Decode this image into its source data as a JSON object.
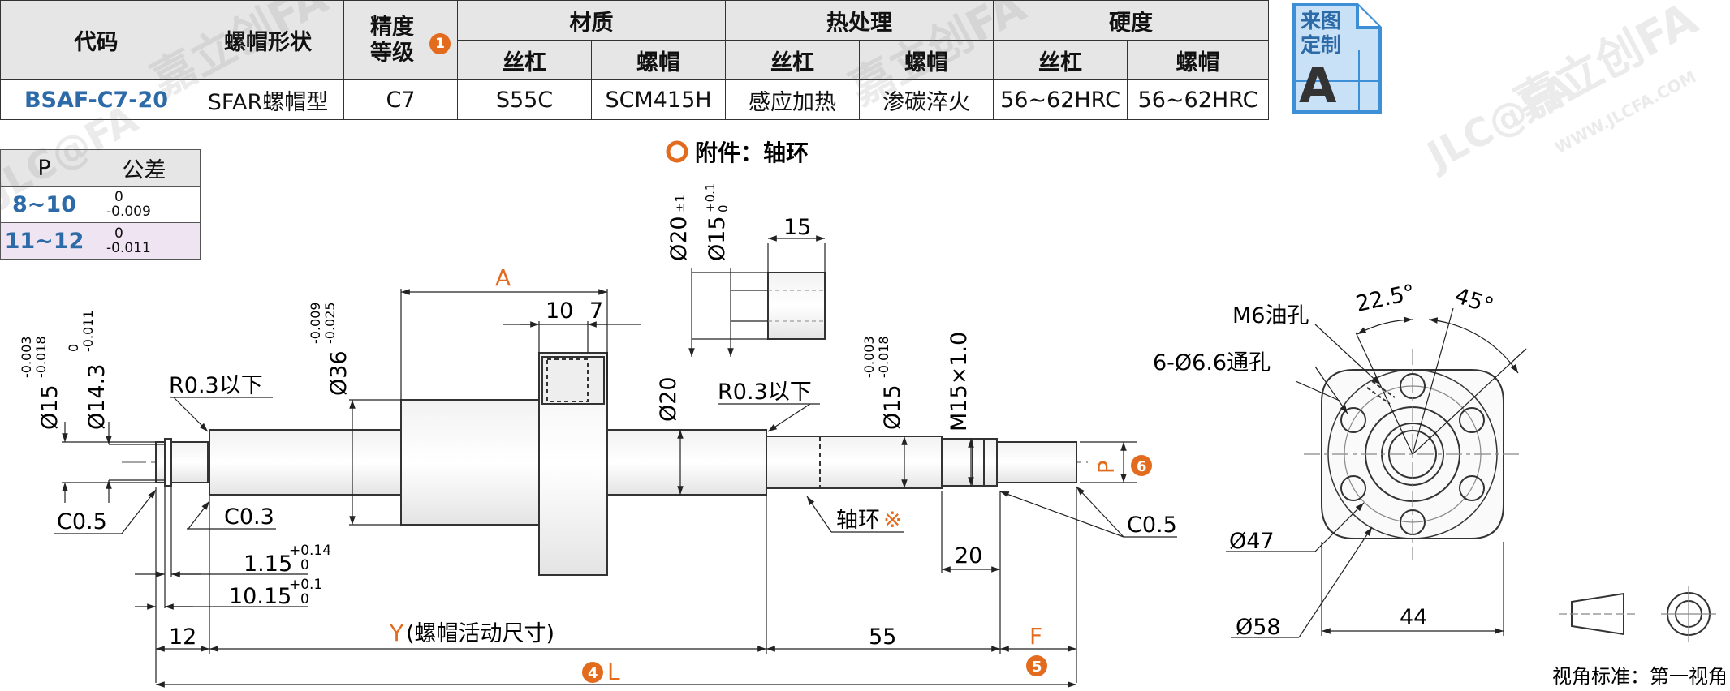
{
  "spec_table": {
    "h_code": "代码",
    "h_shape": "螺帽形状",
    "h_grade_1": "精度",
    "h_grade_2": "等级",
    "h_grade_badge": "1",
    "h_material": "材质",
    "h_heat": "热处理",
    "h_hardness": "硬度",
    "sub_screw": "丝杠",
    "sub_nut": "螺帽",
    "row": {
      "code": "BSAF-C7-20",
      "shape": "SFAR螺帽型",
      "grade": "C7",
      "mat_screw": "S55C",
      "mat_nut": "SCM415H",
      "heat_screw": "感应加热",
      "heat_nut": "渗碳淬火",
      "hard_screw": "56~62HRC",
      "hard_nut": "56~62HRC"
    }
  },
  "custom_badge": {
    "line1": "来图",
    "line2": "定制",
    "letter": "A"
  },
  "tol_table": {
    "h_p": "P",
    "h_tol": "公差",
    "rows": [
      {
        "p": "8~10",
        "upper": "0",
        "lower": "-0.009"
      },
      {
        "p": "11~12",
        "upper": "0",
        "lower": "-0.011"
      }
    ]
  },
  "accessory": {
    "label": "附件：轴环",
    "d_outer": "Ø20",
    "d_outer_tol": "±1",
    "d_inner": "Ø15",
    "d_inner_upper": "+0.1",
    "d_inner_lower": "0",
    "length": "15"
  },
  "shaft": {
    "A": "A",
    "d10": "10",
    "d7": "7",
    "d15_left": "Ø15",
    "d15_left_upper": "-0.003",
    "d15_left_lower": "-0.018",
    "d143": "Ø14.3",
    "d143_upper": "0",
    "d143_lower": "-0.011",
    "d36": "Ø36",
    "d36_upper": "-0.009",
    "d36_lower": "-0.025",
    "d20": "Ø20",
    "d15_right": "Ø15",
    "d15_right_upper": "-0.003",
    "d15_right_lower": "-0.018",
    "thread": "M15×1.0",
    "r_left": "R0.3以下",
    "r_right": "R0.3以下",
    "c05_left": "C0.5",
    "c03": "C0.3",
    "c05_right": "C0.5",
    "dim_115": "1.15",
    "dim_115_upper": "+0.14",
    "dim_115_lower": "0",
    "dim_1015": "10.15",
    "dim_1015_upper": "+0.1",
    "dim_1015_lower": "0",
    "dim_12": "12",
    "Y": "Y",
    "Y_note": "(螺帽活动尺寸)",
    "dim_55": "55",
    "F": "F",
    "L": "L",
    "badge4": "4",
    "badge5": "5",
    "badge6": "6",
    "P": "P",
    "dim_20": "20",
    "collar_note": "轴环",
    "collar_mark": "※"
  },
  "flange": {
    "oil_hole": "M6油孔",
    "holes": "6-Ø6.6通孔",
    "angle1": "22.5°",
    "angle2": "45°",
    "d47": "Ø47",
    "d58": "Ø58",
    "w44": "44"
  },
  "view_standard": "视角标准：第一视角",
  "watermark": {
    "brand": "嘉立创FA",
    "url": "WWW.JLCFA.COM",
    "logo": "JLC@FA"
  },
  "colors": {
    "orange": "#e36b1e",
    "blue": "#2d6aa8",
    "badge_fill": "#3d8fd6",
    "badge_bg": "#c9e1f7"
  }
}
